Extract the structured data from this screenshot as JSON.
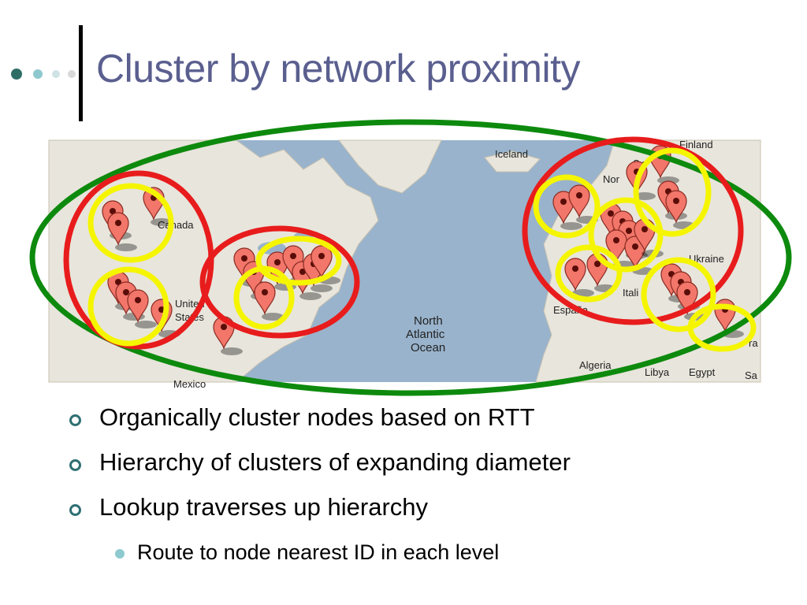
{
  "slide": {
    "title": "Cluster by network proximity"
  },
  "map": {
    "labels": {
      "iceland": "Iceland",
      "finland": "Finland",
      "sweden": "Sw",
      "norway": "Nor",
      "canada": "Canada",
      "united_states_1": "United",
      "united_states_2": "States",
      "mexico": "Mexico",
      "ocean_1": "North",
      "ocean_2": "Atlantic",
      "ocean_3": "Ocean",
      "ukraine": "Ukraine",
      "italy": "Itali",
      "spain": "España",
      "algeria": "Algeria",
      "libya": "Libya",
      "egypt": "Egypt",
      "edge_sa": "Sa",
      "edge_ra": "ra"
    },
    "colors": {
      "water": "#99b3cc",
      "land": "#e8e5dc",
      "marker": "#f2766a",
      "outer_cluster": "#0d8a0d",
      "mid_cluster": "#e81c1c",
      "inner_cluster": "#f5f500"
    }
  },
  "bullets": [
    {
      "text": "Organically cluster nodes based on RTT"
    },
    {
      "text": "Hierarchy of clusters of expanding diameter"
    },
    {
      "text": "Lookup traverses up hierarchy"
    }
  ],
  "sub_bullets": [
    {
      "text": "Route to node nearest ID in each level"
    }
  ]
}
